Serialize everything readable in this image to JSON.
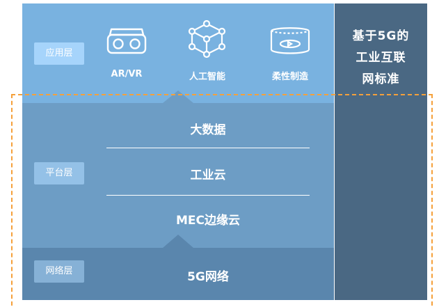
{
  "layers": {
    "application": {
      "tag": "应用层",
      "items": [
        {
          "label": "AR/VR",
          "icon": "vr-headset-icon"
        },
        {
          "label": "人工智能",
          "icon": "ai-cube-network-icon"
        },
        {
          "label": "柔性制造",
          "icon": "flexible-manufacturing-icon"
        }
      ]
    },
    "platform": {
      "tag": "平台层",
      "items": [
        "大数据",
        "工业云",
        "MEC边缘云"
      ]
    },
    "network": {
      "tag": "网络层",
      "label": "5G网络"
    }
  },
  "standard": {
    "lines": [
      "基于5G的",
      "工业互联",
      "网标准"
    ]
  },
  "colors": {
    "application_layer": "#79b2e0",
    "platform_layer": "#6d9dc5",
    "network_layer": "#5a86ad",
    "standard_panel": "#4a6883",
    "dashed_outline": "#f5a03a"
  }
}
